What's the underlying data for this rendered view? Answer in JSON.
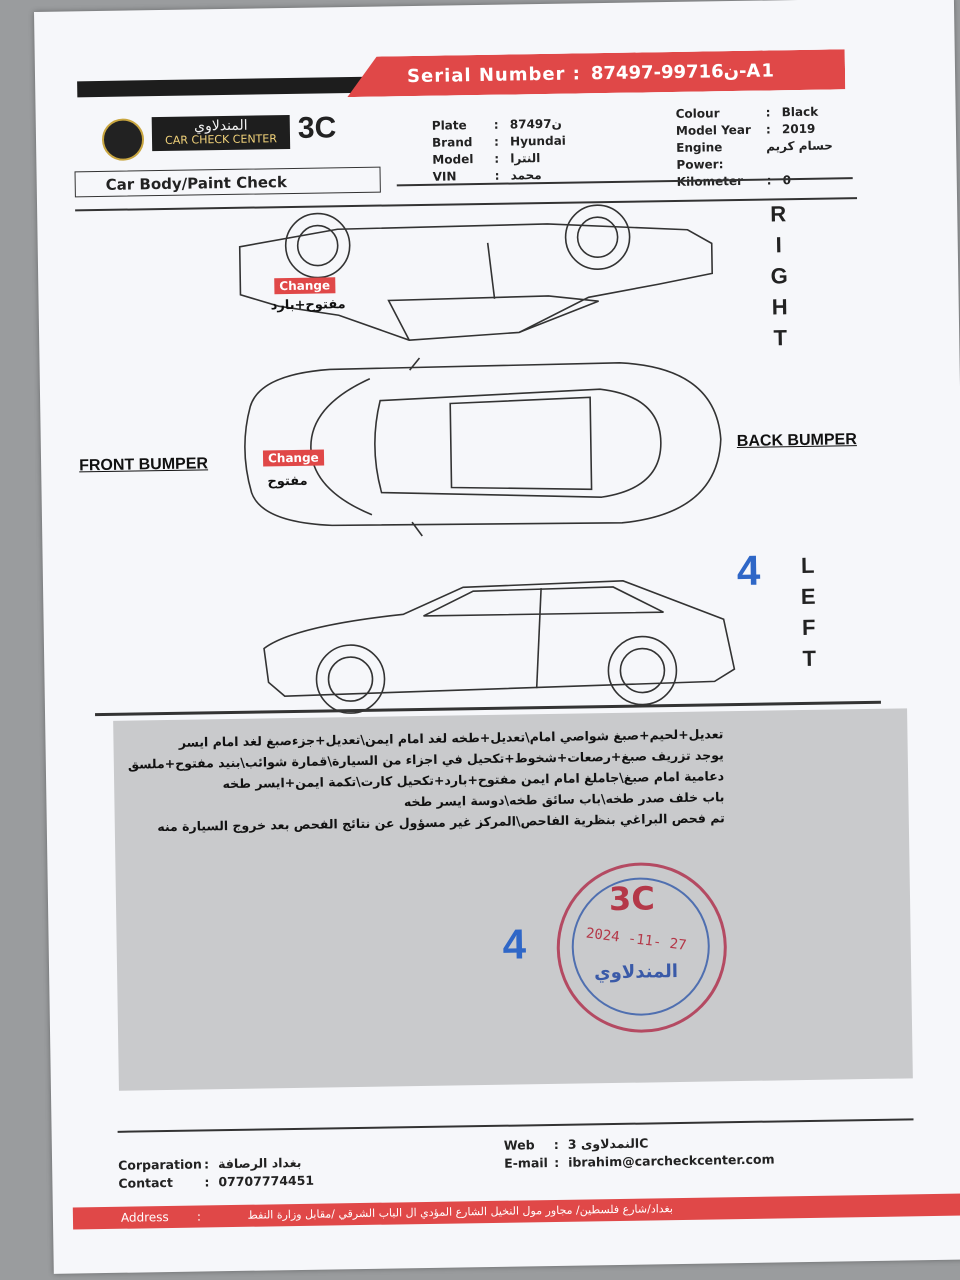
{
  "header": {
    "serial_label": "Serial Number :",
    "serial_value": "ن99716-87497-A1",
    "logo_arabic": "المندلاوي",
    "logo_english": "CAR CHECK CENTER",
    "logo_short": "3C",
    "section_title": "Car Body/Paint Check"
  },
  "vehicle": {
    "plate_label": "Plate",
    "plate": "ن87497",
    "brand_label": "Brand",
    "brand": "Hyundai",
    "model_label": "Model",
    "model": "النترا",
    "vin_label": "VIN",
    "vin": "محمد",
    "colour_label": "Colour",
    "colour": "Black",
    "year_label": "Model Year",
    "year": "2019",
    "engine_label": "Engine Power:",
    "engine": "حسام كريم",
    "km_label": "Kilometer",
    "km": "0",
    "sep": ":"
  },
  "diagram": {
    "right_letters": [
      "R",
      "I",
      "G",
      "H",
      "T"
    ],
    "left_letters": [
      "L",
      "E",
      "F",
      "T"
    ],
    "front_bumper": "FRONT BUMPER",
    "back_bumper": "BACK BUMPER",
    "change_tag": "Change",
    "note_side": "مفتوح+بارد",
    "note_hood": "مفتوح",
    "handwritten_4": "4",
    "colors": {
      "accent_red": "#e04848",
      "stamp_blue": "#2f67c7",
      "stamp_red": "#b43848"
    }
  },
  "notes": [
    "تعديل+لحيم+صبغ شواصي امام\\تعديل+طخه لغد امام ايمن\\تعديل+جزءصبغ لغد امام ايسر",
    "يوجد تزريف صبغ+رصعات+شخوط+تكحيل في اجزاء من السيارة\\قمارة شوائب\\بنيد مفتوح+ملسق",
    "دعامية امام صبغ\\جاملغ امام ايمن مفتوح+بارد+تكحيل كارت\\تكمة ايمن+ايسر طخه",
    "باب خلف صدر طخه\\باب سائق طخه\\دوسة ايسر طخه",
    "تم فحص البراغي بنظرية الفاحص\\المركز غير مسؤول عن نتائج الفحص بعد خروج السيارة منه"
  ],
  "stamp": {
    "logo": "3C",
    "date": "2024 -11- 27",
    "name": "المندلاوي",
    "num": "4"
  },
  "footer": {
    "corp_label": "Corparation",
    "corp_value": "بغداد الرصافة",
    "contact_label": "Contact",
    "contact_value": "07707774451",
    "web_label": "Web",
    "web_value": "النمدلاوى 3C",
    "email_label": "E-mail",
    "email_value": "ibrahim@carcheckcenter.com",
    "sep": ":",
    "address_label": "Address",
    "address_value": "بغداد/شارع فلسطين/ مجاور مول النخيل الشارع المؤدي ال الباب الشرقي /مقابل وزارة النفط"
  }
}
